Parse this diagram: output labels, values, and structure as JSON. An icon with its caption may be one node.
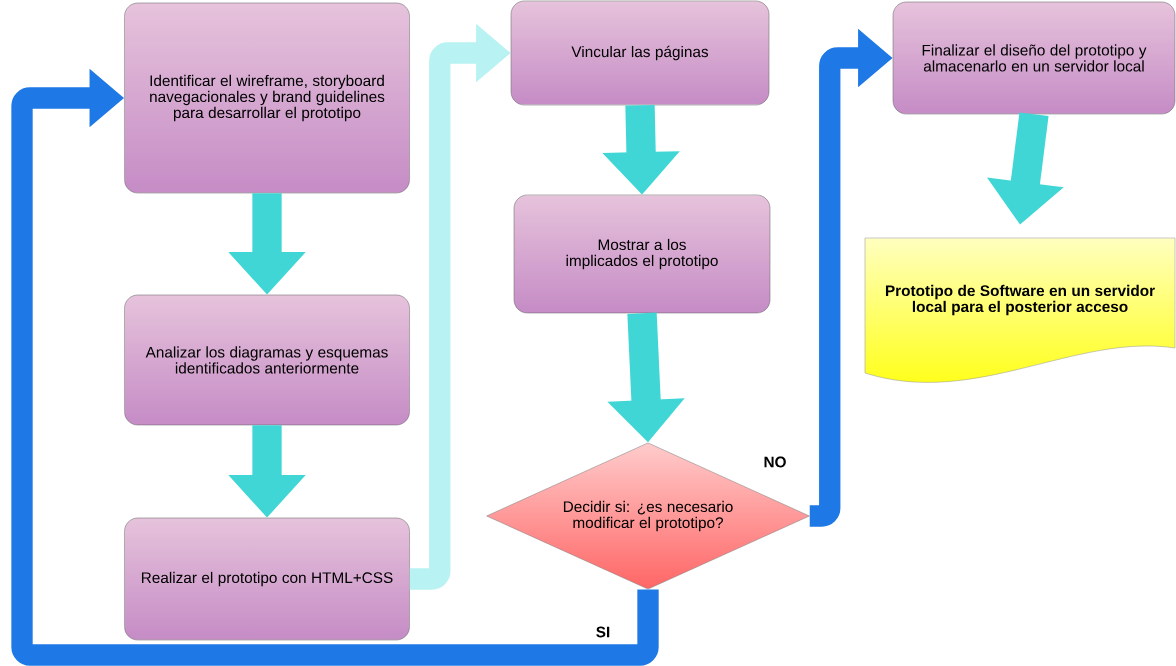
{
  "diagram": {
    "nodes": [
      {
        "text": [
          "Identificar el wireframe, storyboard navegacionales y brand guidelines para desarrollar el prototipo"
        ]
      },
      {
        "text": [
          "Analizar los diagramas y esquemas identificados anteriormente"
        ]
      },
      {
        "text": [
          "Realizar el prototipo con HTML+CSS"
        ]
      },
      {
        "text": [
          "Vincular las páginas"
        ]
      },
      {
        "text": [
          "Mostrar a los implicados el prototipo"
        ]
      },
      {
        "text": [
          "Decidir si: ¿es necesario modificar el prototipo?"
        ]
      },
      {
        "text": [
          "Finalizar el diseño del prototipo y almacenarlo en un servidor local"
        ]
      },
      {
        "text": [
          "Prototipo de Software en un servidor local para el posterior acceso"
        ]
      }
    ],
    "edges": [
      {
        "from": 0,
        "to": 1,
        "arrow": "to"
      },
      {
        "from": 1,
        "to": 2,
        "arrow": "to"
      },
      {
        "from": 2,
        "to": 3,
        "arrow": "to",
        "color": "#b8f2f2"
      },
      {
        "from": 3,
        "to": 4,
        "arrow": "to"
      },
      {
        "from": 4,
        "to": 5,
        "arrow": "to"
      },
      {
        "from": 5,
        "to": 6,
        "arrow": "to",
        "label": "NO",
        "color": "#1e78e6"
      },
      {
        "from": 5,
        "to": 0,
        "arrow": "to",
        "label": "SI",
        "color": "#1e78e6"
      },
      {
        "from": 6,
        "to": 7,
        "arrow": "to"
      }
    ]
  }
}
